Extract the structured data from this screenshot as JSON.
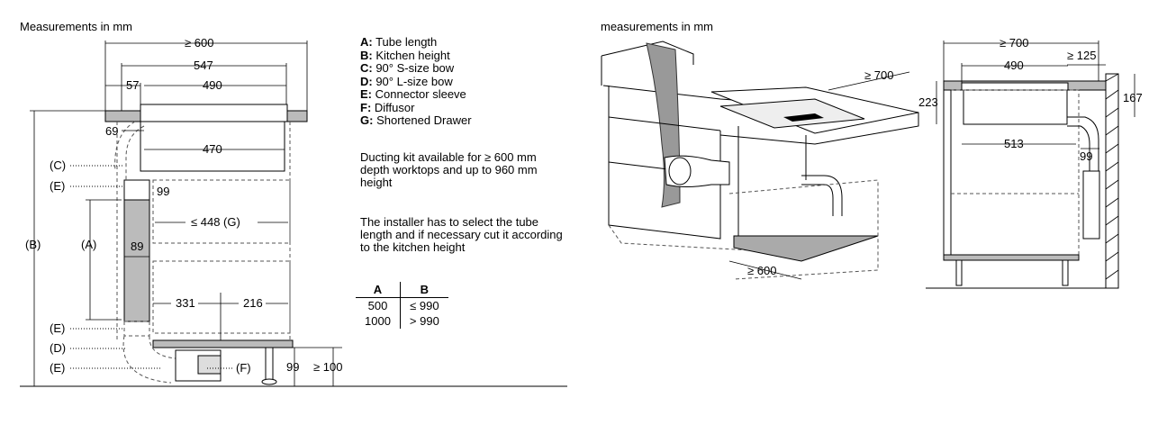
{
  "left": {
    "title": "Measurements in mm",
    "dims": {
      "w600": "≥ 600",
      "w547": "547",
      "w57": "57",
      "w490": "490",
      "w69": "69",
      "w470": "470",
      "w99a": "99",
      "w448": "≤ 448 (G)",
      "w89": "89",
      "w331": "331",
      "w216": "216",
      "w99b": "99",
      "w100": "≥ 100"
    },
    "callouts": {
      "C": "(C)",
      "E1": "(E)",
      "A": "(A)",
      "B": "(B)",
      "E2": "(E)",
      "D": "(D)",
      "E3": "(E)",
      "F": "(F)"
    },
    "legend": [
      {
        "key": "A:",
        "text": " Tube length"
      },
      {
        "key": "B:",
        "text": " Kitchen height"
      },
      {
        "key": "C:",
        "text": " 90° S-size bow"
      },
      {
        "key": "D:",
        "text": " 90° L-size bow"
      },
      {
        "key": "E:",
        "text": " Connector sleeve"
      },
      {
        "key": "F:",
        "text": " Diffusor"
      },
      {
        "key": "G:",
        "text": " Shortened Drawer"
      }
    ],
    "note1": "Ducting kit available for ≥ 600 mm depth worktops and up to 960 mm height",
    "note2": "The installer has to select the tube length and if necessary cut it according to the kitchen height",
    "table": {
      "headers": [
        "A",
        "B"
      ],
      "rows": [
        [
          "500",
          "≤ 990"
        ],
        [
          "1000",
          "> 990"
        ]
      ]
    }
  },
  "right": {
    "title": "measurements in mm",
    "persp": {
      "w700": "≥ 700",
      "w600": "≥ 600"
    },
    "side": {
      "w700": "≥ 700",
      "w125": "≥ 125",
      "w490": "490",
      "w223": "223",
      "w167": "167",
      "w513": "513",
      "w99": "99"
    }
  }
}
